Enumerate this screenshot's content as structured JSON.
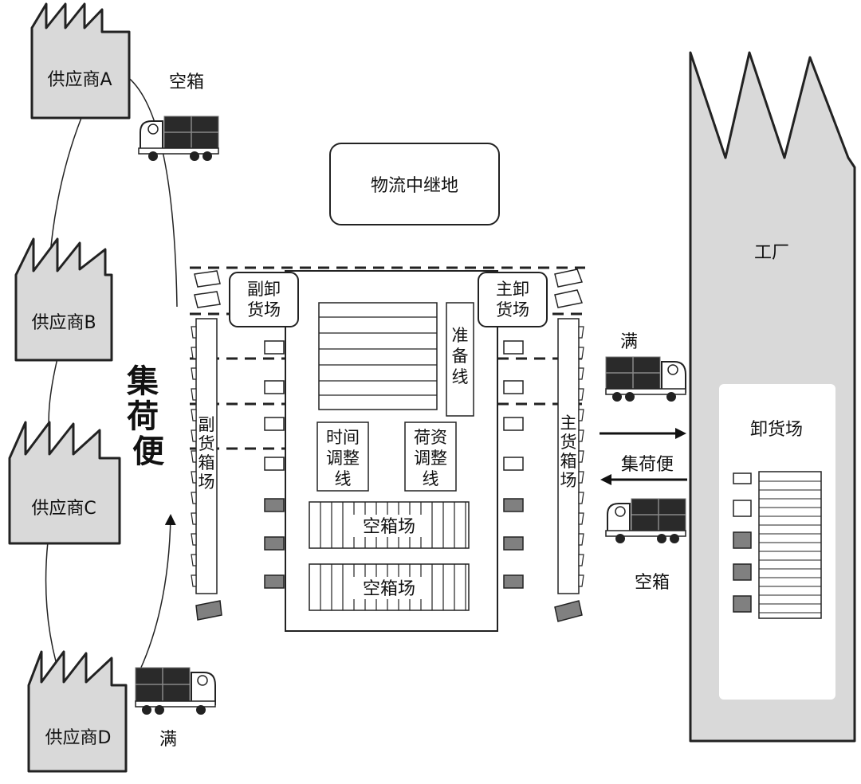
{
  "suppliers": [
    {
      "label": "供应商A"
    },
    {
      "label": "供应商B"
    },
    {
      "label": "供应商C"
    },
    {
      "label": "供应商D"
    }
  ],
  "hub": {
    "title": "物流中继地",
    "sub_unload": "副卸\n货场",
    "main_unload": "主卸\n货场",
    "sub_yard": "副\n货\n箱\n场",
    "main_yard": "主\n货\n箱\n场",
    "prep_line": "准\n备\n线",
    "time_adjust": "时间\n调整\n线",
    "cargo_adjust": "荷资\n调整\n线",
    "empty_yard_1": "空箱场",
    "empty_yard_2": "空箱场"
  },
  "factory": {
    "title": "工厂",
    "unload_area": "卸货场"
  },
  "labels": {
    "empty_top": "空箱",
    "full_bottom": "满",
    "milk_run_vertical": "集\n荷\n便",
    "full_right": "满",
    "milk_run_right": "集荷便",
    "empty_right": "空箱"
  },
  "colors": {
    "building": "#d9d9d9",
    "dock_full": "#808080",
    "cargo": "#2a2a2a"
  }
}
